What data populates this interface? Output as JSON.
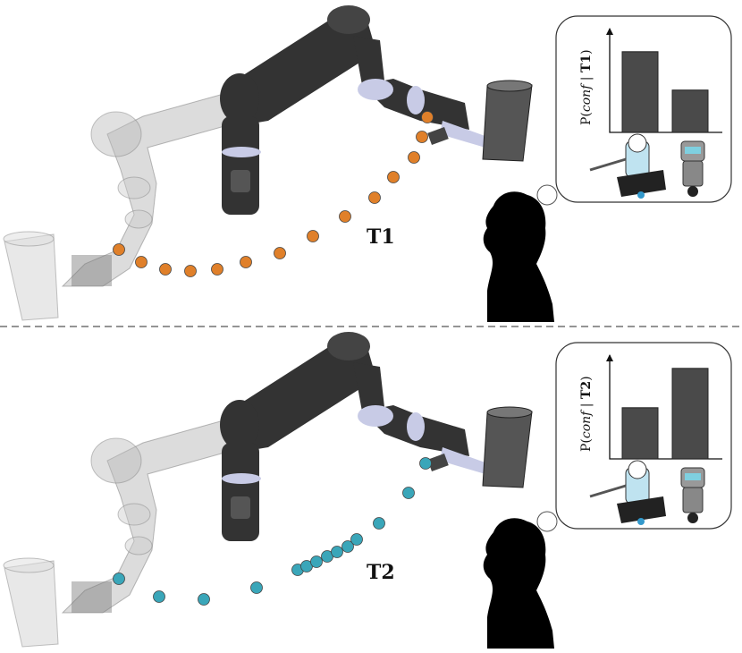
{
  "colors": {
    "robot_dark": "#333333",
    "robot_joint": "#c8cbe6",
    "ghost": "#9a9a9a",
    "orange_dot": "#e0802a",
    "teal_dot": "#3aa6b9",
    "bar": "#4a4a4a",
    "silhouette": "#000000",
    "divider": "#555555"
  },
  "panels": [
    {
      "id": "top",
      "trial_label": "T1",
      "axis_label": {
        "prefix": "P(",
        "italic": "conf",
        "sep": " | ",
        "bold": "T1",
        "suffix": ")"
      },
      "dot_color_key": "orange_dot",
      "chart_data": {
        "type": "bar",
        "categories": [
          "",
          ""
        ],
        "values": [
          0.82,
          0.43
        ],
        "ylim": [
          0,
          1
        ]
      }
    },
    {
      "id": "bottom",
      "trial_label": "T2",
      "axis_label": {
        "prefix": "P(",
        "italic": "conf",
        "sep": " | ",
        "bold": "T2",
        "suffix": ")"
      },
      "dot_color_key": "teal_dot",
      "chart_data": {
        "type": "bar",
        "categories": [
          "",
          ""
        ],
        "values": [
          0.52,
          0.92
        ],
        "ylim": [
          0,
          1
        ]
      }
    }
  ],
  "icons": [
    "cleaning-robot-icon",
    "humanoid-robot-icon",
    "human-head-silhouette-icon",
    "thought-bubble-icon",
    "cup-icon"
  ]
}
